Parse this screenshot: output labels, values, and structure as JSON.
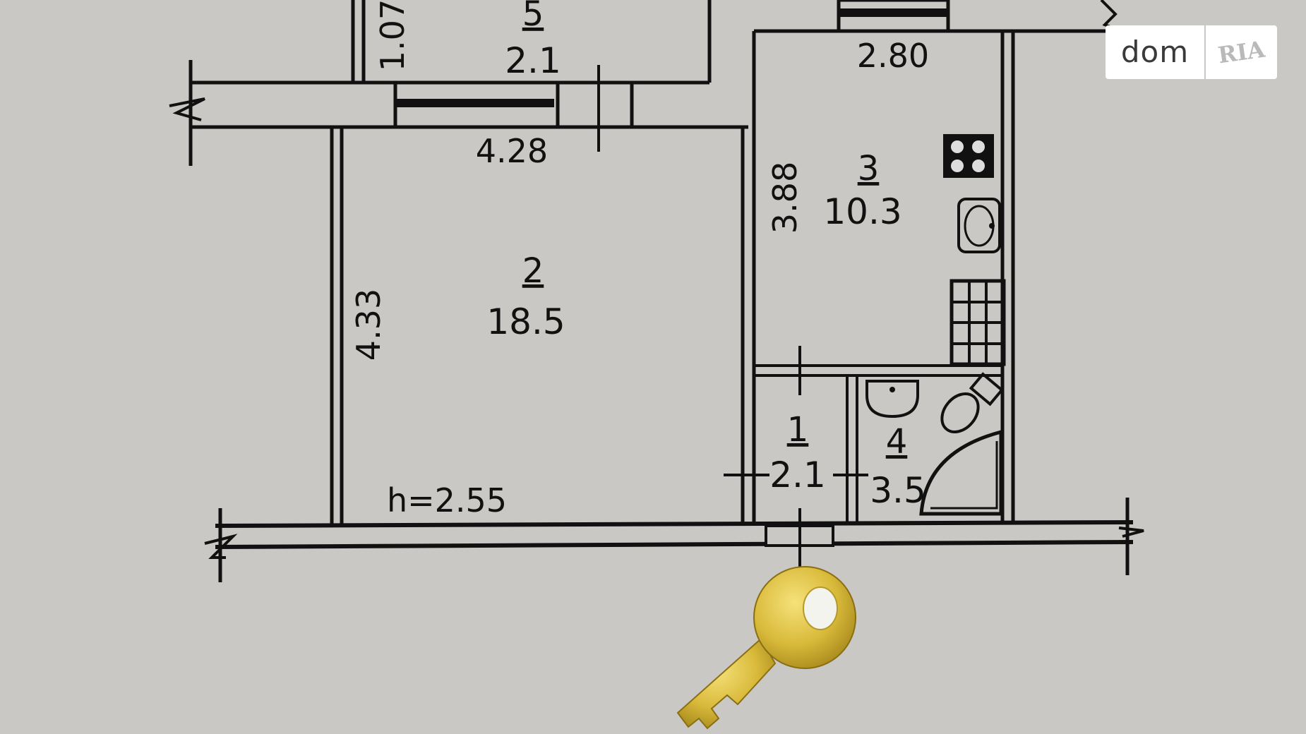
{
  "plan": {
    "rooms": [
      {
        "number": "1",
        "area": "2.1"
      },
      {
        "number": "2",
        "area": "18.5"
      },
      {
        "number": "3",
        "area": "10.3"
      },
      {
        "number": "4",
        "area": "3.5"
      },
      {
        "number": "5",
        "area": "2.1"
      }
    ],
    "dimensions": {
      "room2_width": "4.28",
      "room2_length": "4.33",
      "room3_width": "2.80",
      "room3_length": "3.88",
      "balcony_width": "1.07"
    },
    "ceiling_height": "h=2.55"
  },
  "logo": {
    "left": "dom",
    "right": "RIA"
  }
}
